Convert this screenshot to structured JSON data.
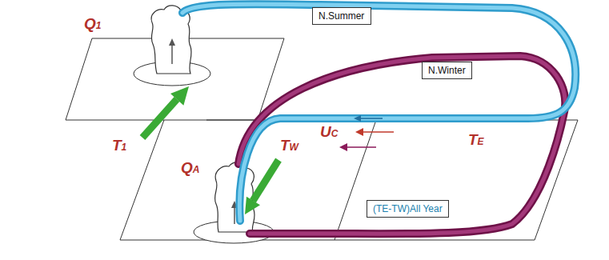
{
  "diagram": {
    "nodes": [
      {
        "text": [
          "N.Summer"
        ]
      },
      {
        "text": [
          "N.Winter"
        ]
      },
      {
        "text": [
          "(TE-TW)All Year"
        ]
      }
    ],
    "labels": [
      "Q1",
      "T1",
      "TW",
      "UC",
      "TE",
      "QA"
    ]
  }
}
